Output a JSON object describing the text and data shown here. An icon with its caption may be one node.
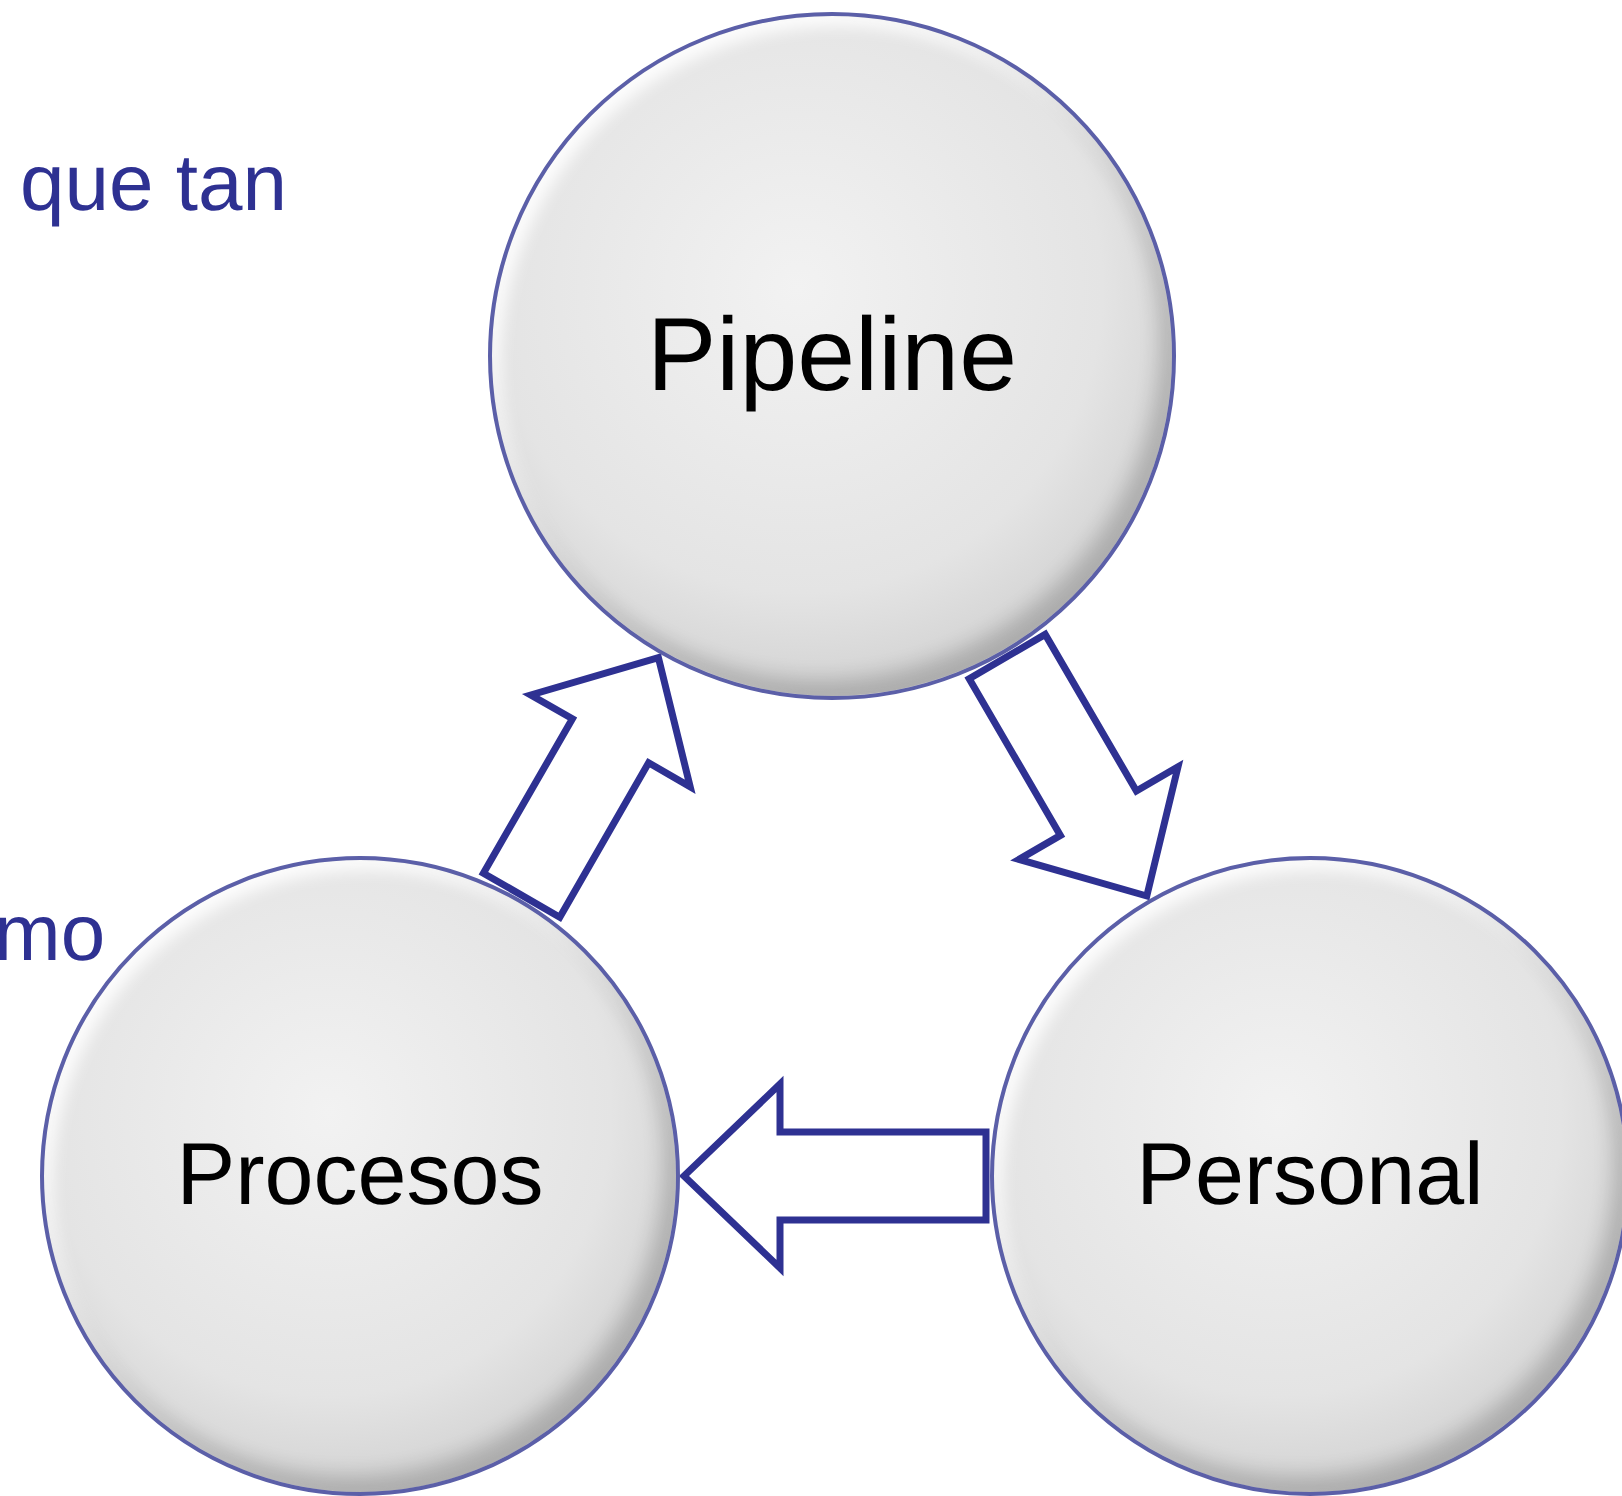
{
  "diagram": {
    "nodes": [
      {
        "text": [
          "Pipeline"
        ]
      },
      {
        "text": [
          "Personal"
        ]
      },
      {
        "text": [
          "Procesos"
        ]
      }
    ],
    "edges": [
      {
        "from": 0,
        "to": 1,
        "arrow": "to"
      },
      {
        "from": 1,
        "to": 2,
        "arrow": "to"
      },
      {
        "from": 2,
        "to": 0,
        "arrow": "to"
      }
    ],
    "labels": [
      "que tan",
      "mo"
    ]
  }
}
